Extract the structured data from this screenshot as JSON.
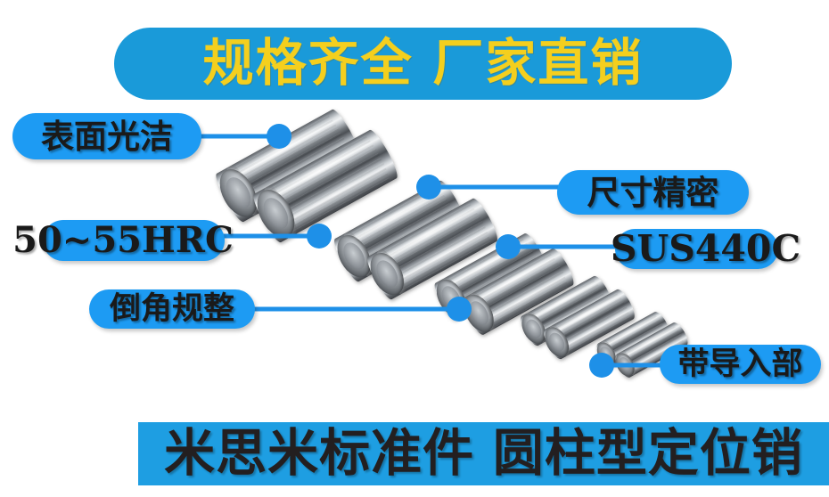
{
  "top_banner": {
    "text": "规格齐全 厂家直销",
    "background_color": "#1a9ad9",
    "text_color": "#f4cf1e"
  },
  "bottom_banner": {
    "text": "米思米标准件 圆柱型定位销",
    "background_color": "#1e9ee2",
    "text_color": "#231f20"
  },
  "theme": {
    "pill_color": "#1d9bf3",
    "leader_line_color": "#1e90e8",
    "pill_text_color": "#1a1a1a",
    "page_background": "#ffffff"
  },
  "callouts": [
    {
      "id": "surface",
      "label": "表面光洁"
    },
    {
      "id": "hardness",
      "label": "50~55HRC"
    },
    {
      "id": "chamfer",
      "label": "倒角规整"
    },
    {
      "id": "precision",
      "label": "尺寸精密"
    },
    {
      "id": "material",
      "label": "SUS440C"
    },
    {
      "id": "lead_in",
      "label": "带导入部"
    }
  ],
  "product": {
    "name": "圆柱型定位销",
    "image_description": "stainless-steel-dowel-pins-diagonal-row"
  }
}
